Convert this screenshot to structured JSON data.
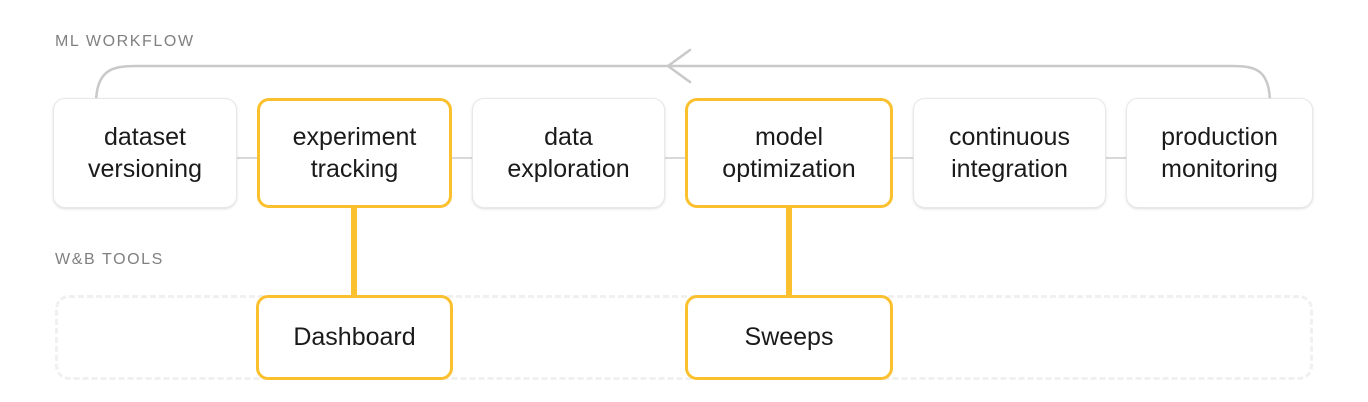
{
  "diagram": {
    "title_hidden": "",
    "sections": {
      "workflow_label": "ML WORKFLOW",
      "tools_label": "W&B TOOLS"
    },
    "colors": {
      "accent": "#FBC02D",
      "box_border": "#e8e8e8",
      "connector": "#d9d9d9",
      "label_text": "#808080",
      "box_text": "#1a1a1a",
      "dashed_band": "#f0f0f0",
      "background": "#ffffff"
    },
    "workflow_stages": [
      {
        "id": "dataset-versioning",
        "line1": "dataset",
        "line2": "versioning",
        "highlighted": false
      },
      {
        "id": "experiment-tracking",
        "line1": "experiment",
        "line2": "tracking",
        "highlighted": true
      },
      {
        "id": "data-exploration",
        "line1": "data",
        "line2": "exploration",
        "highlighted": false
      },
      {
        "id": "model-optimization",
        "line1": "model",
        "line2": "optimization",
        "highlighted": true
      },
      {
        "id": "continuous-integration",
        "line1": "continuous",
        "line2": "integration",
        "highlighted": false
      },
      {
        "id": "production-monitoring",
        "line1": "production",
        "line2": "monitoring",
        "highlighted": false
      }
    ],
    "tools": [
      {
        "id": "dashboard",
        "label": "Dashboard",
        "linked_stage": "experiment-tracking"
      },
      {
        "id": "sweeps",
        "label": "Sweeps",
        "linked_stage": "model-optimization"
      }
    ],
    "feedback_loop": {
      "icon": "arrow-left-icon",
      "direction": "right-to-left",
      "from_stage": "production-monitoring",
      "to_stage": "dataset-versioning"
    }
  }
}
